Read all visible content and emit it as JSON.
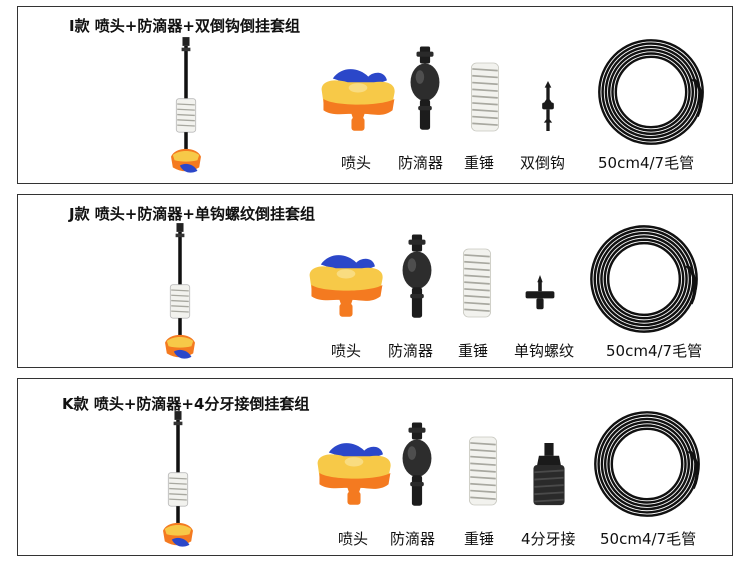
{
  "panels": [
    {
      "title": "I款 喷头+防滴器+双倒钩倒挂套组",
      "labels": [
        "喷头",
        "防滴器",
        "重锤",
        "双倒钩",
        "50cm4/7毛管"
      ]
    },
    {
      "title": "J款 喷头+防滴器+单钩螺纹倒挂套组",
      "labels": [
        "喷头",
        "防滴器",
        "重锤",
        "单钩螺纹",
        "50cm4/7毛管"
      ]
    },
    {
      "title": "K款 喷头+防滴器+4分牙接倒挂套组",
      "labels": [
        "喷头",
        "防滴器",
        "重锤",
        "4分牙接",
        "50cm4/7毛管"
      ]
    }
  ],
  "colors": {
    "nozzle_orange": "#f47a20",
    "nozzle_yellow": "#f7c948",
    "nozzle_blue": "#2b47c9",
    "tube_black": "#111111",
    "weight_white": "#f2f2ee"
  }
}
